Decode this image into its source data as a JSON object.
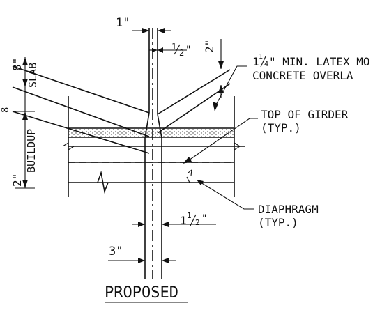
{
  "dimensions": {
    "d_1in": "1\"",
    "d_half_num": "1",
    "d_half_den": "2",
    "d_half_in": "\"",
    "d_2in_top": "2\"",
    "d_8in": "8\"",
    "slab": "SLAB",
    "buildup": "BUILDUP",
    "d_2in_left": "2\"",
    "d_1half_whole": "1",
    "d_1half_num": "1",
    "d_1half_den": "2",
    "d_1half_in": "\"",
    "d_3in": "3\"",
    "left_edge_mark": "8"
  },
  "callouts": {
    "overlay_line1_whole": "1",
    "overlay_line1_num": "1",
    "overlay_line1_den": "4",
    "overlay_line1_rest": "\" MIN. LATEX MO",
    "overlay_line2": "CONCRETE OVERLA",
    "girder_line1": "TOP OF GIRDER",
    "girder_line2": "(TYP.)",
    "diaphragm_line1": "DIAPHRAGM",
    "diaphragm_line2": "(TYP.)"
  },
  "title": "PROPOSED"
}
